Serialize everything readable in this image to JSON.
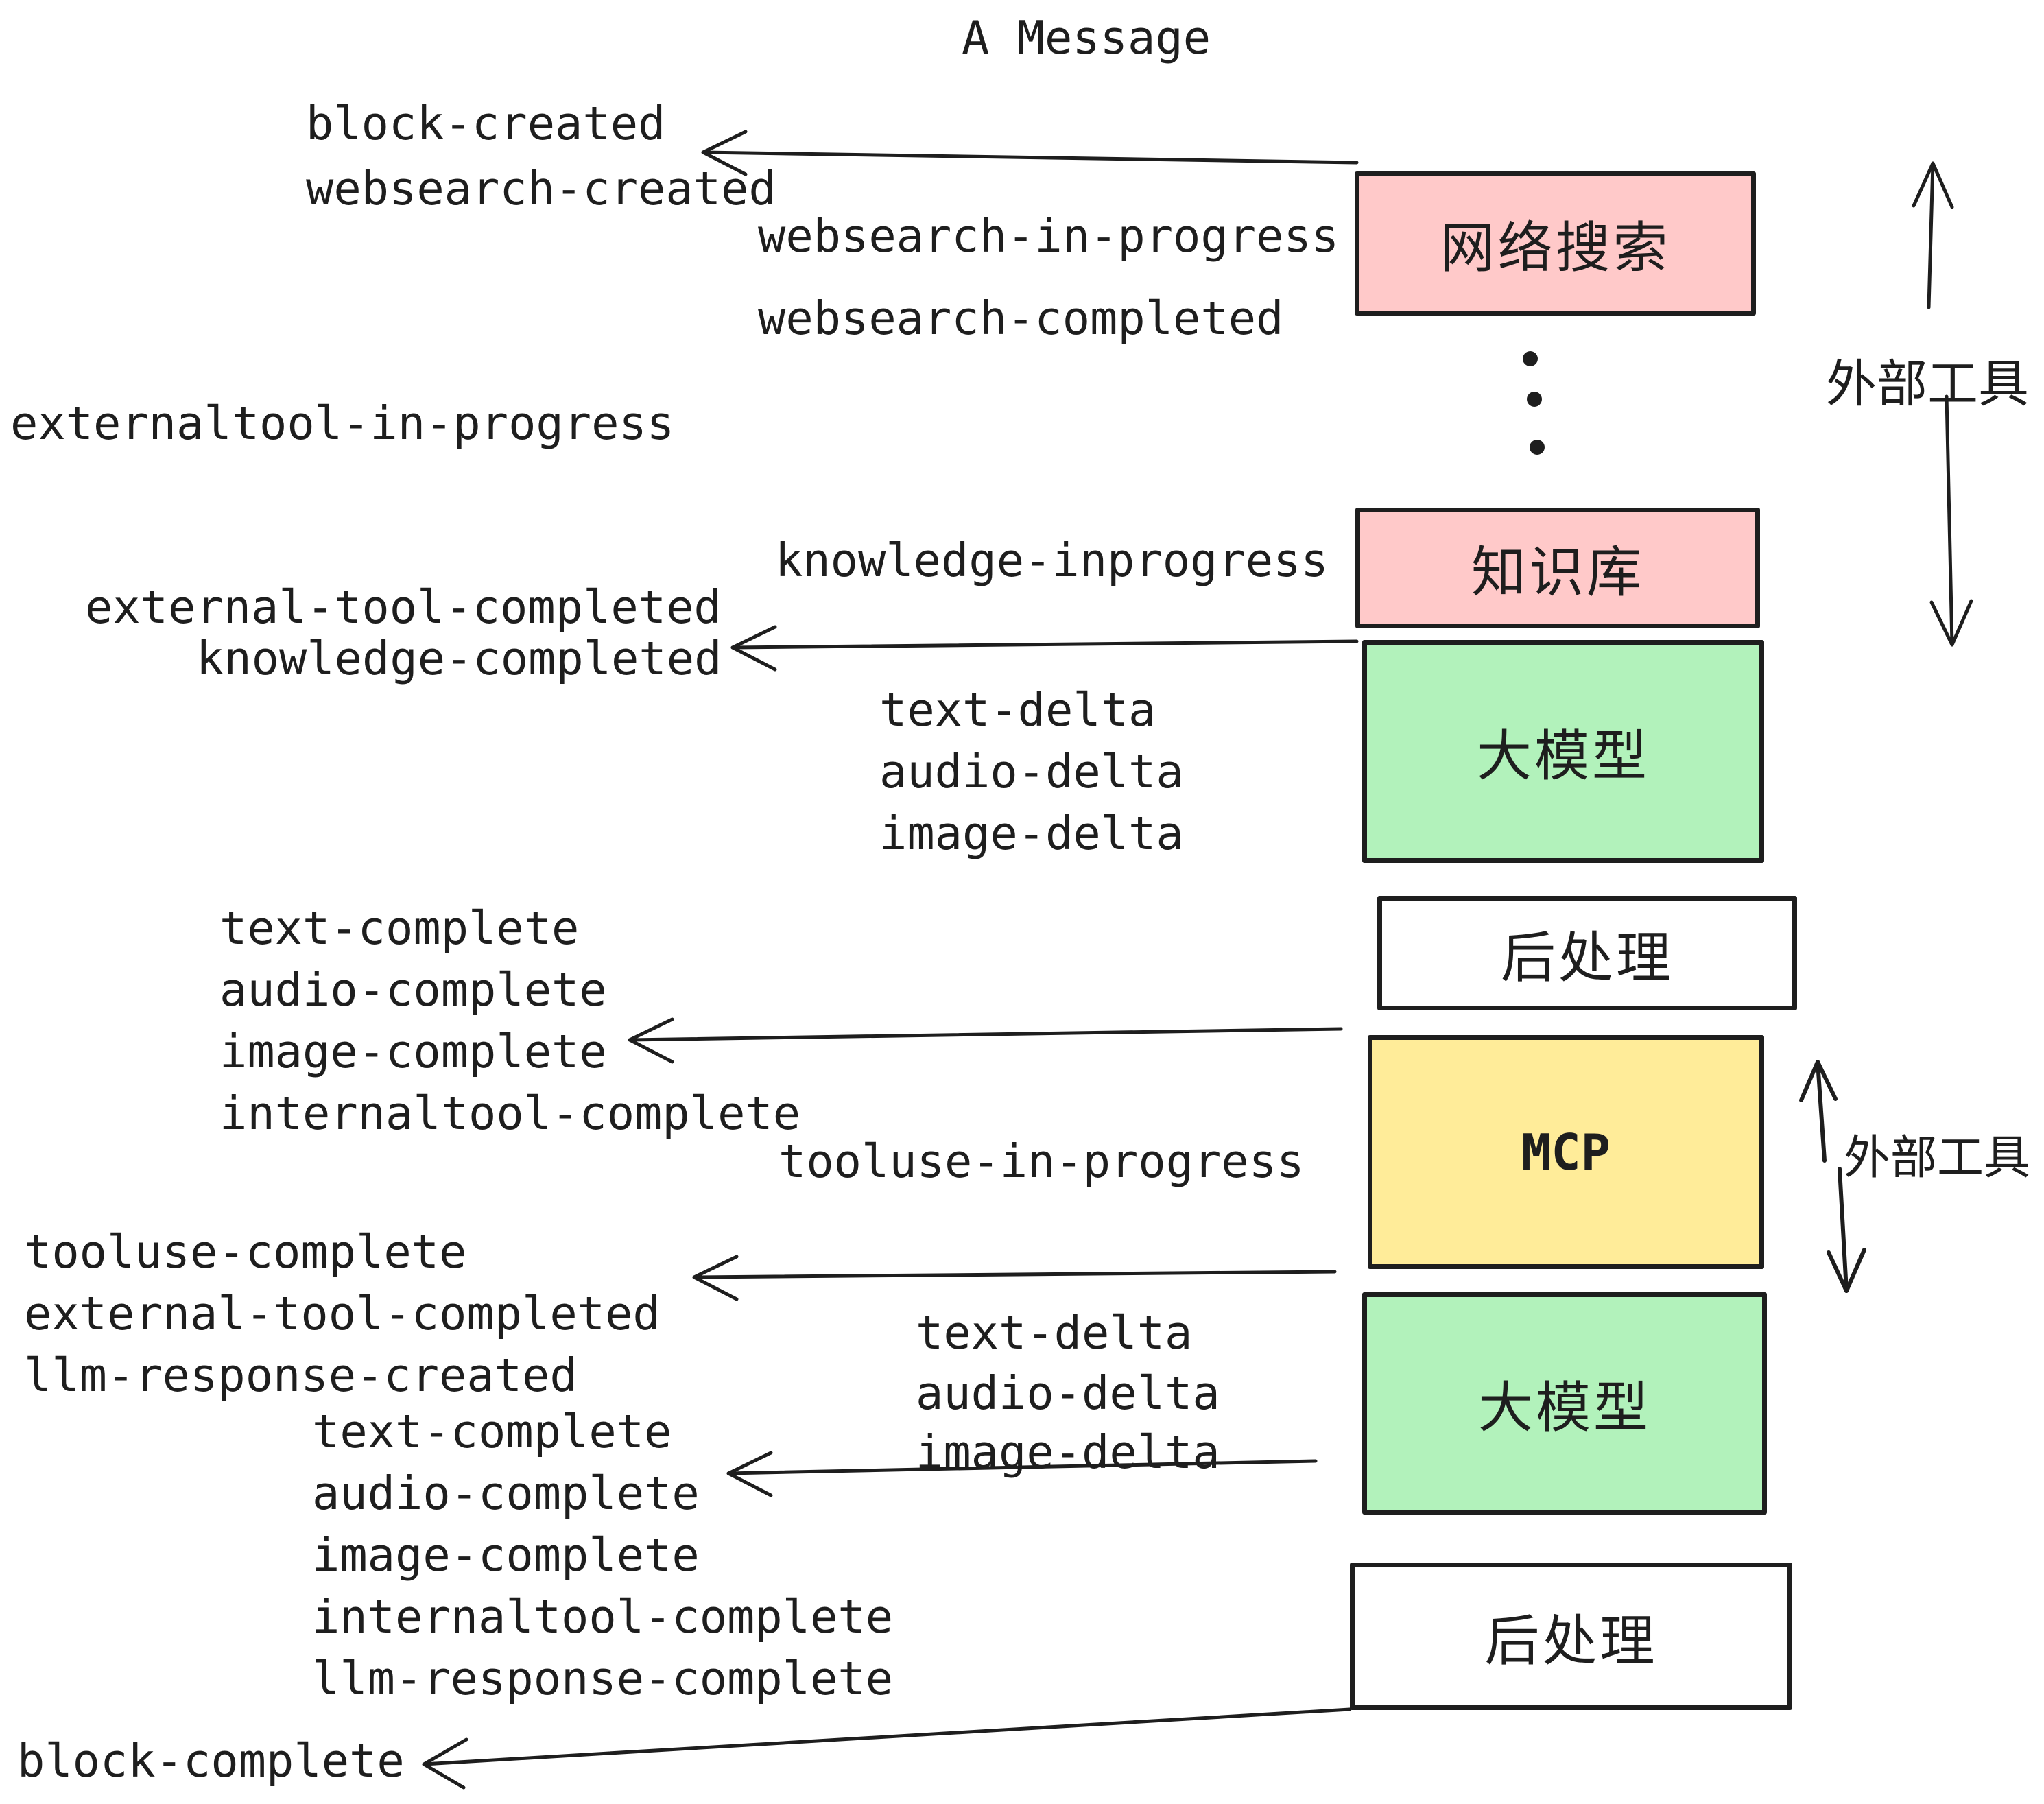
{
  "title": "A Message",
  "colors": {
    "ink": "#1e1e1e",
    "pink": "#ffc9c9",
    "green": "#b2f2bb",
    "yellow": "#ffec99",
    "white": "#ffffff"
  },
  "boxes": [
    {
      "id": "websearch",
      "label": "网络搜索",
      "color": "#ffc9c9"
    },
    {
      "id": "knowledge",
      "label": "知识库",
      "color": "#ffc9c9"
    },
    {
      "id": "llm-1",
      "label": "大模型",
      "color": "#b2f2bb"
    },
    {
      "id": "postprocess-1",
      "label": "后处理",
      "color": "#ffffff"
    },
    {
      "id": "mcp",
      "label": "MCP",
      "color": "#ffec99"
    },
    {
      "id": "llm-2",
      "label": "大模型",
      "color": "#b2f2bb"
    },
    {
      "id": "postprocess-2",
      "label": "后处理",
      "color": "#ffffff"
    }
  ],
  "side_labels": [
    {
      "text": "外部工具"
    },
    {
      "text": "外部工具"
    }
  ],
  "events": {
    "block_created": "block-created",
    "websearch_created": "websearch-created",
    "websearch_in_progress": "websearch-in-progress",
    "websearch_completed": "websearch-completed",
    "externaltool_in_progress": "externaltool-in-progress",
    "knowledge_inprogress": "knowledge-inprogress",
    "external_tool_completed_1": "external-tool-completed",
    "knowledge_completed": "knowledge-completed",
    "text_delta_1": "text-delta",
    "audio_delta_1": "audio-delta",
    "image_delta_1": "image-delta",
    "text_complete_1": "text-complete",
    "audio_complete_1": "audio-complete",
    "image_complete_1": "image-complete",
    "internaltool_complete_1": "internaltool-complete",
    "tooluse_in_progress": "tooluse-in-progress",
    "tooluse_complete": "tooluse-complete",
    "external_tool_completed_2": "external-tool-completed",
    "llm_response_created": "llm-response-created",
    "text_delta_2": "text-delta",
    "audio_delta_2": "audio-delta",
    "image_delta_2": "image-delta",
    "text_complete_2": "text-complete",
    "audio_complete_2": "audio-complete",
    "image_complete_2": "image-complete",
    "internaltool_complete_2": "internaltool-complete",
    "llm_response_complete": "llm-response-complete",
    "block_complete": "block-complete"
  }
}
